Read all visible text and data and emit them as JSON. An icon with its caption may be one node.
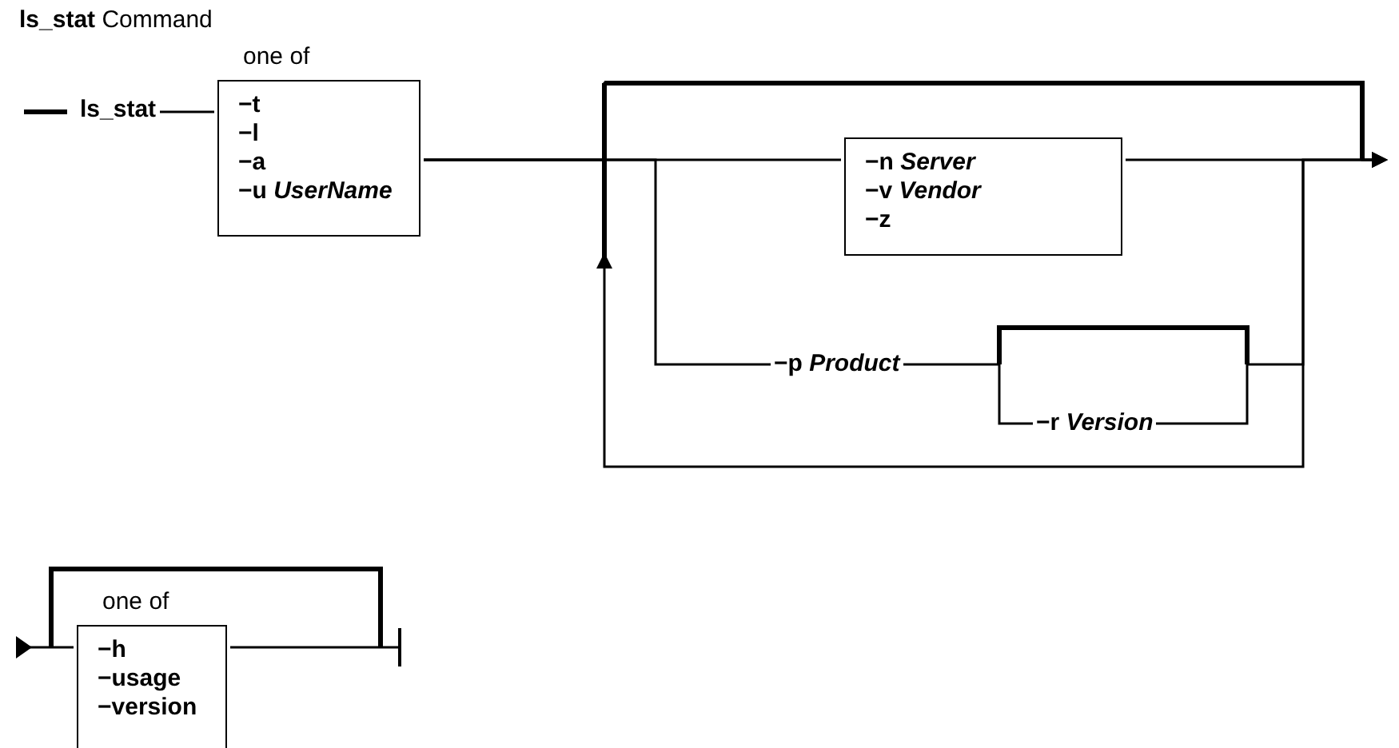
{
  "diagram": {
    "title": "**ls_stat** Command",
    "nodes": [
      {
        "text": [
          "ls_stat"
        ]
      },
      {
        "text": [
          "one of",
          "−t",
          "−l",
          "−a",
          "−u *UserName*"
        ]
      },
      {
        "text": [
          "−n *Server*",
          "−v *Vendor*",
          "−z"
        ]
      },
      {
        "text": [
          "−p *Product*"
        ]
      },
      {
        "text": [
          "−r *Version*"
        ]
      },
      {
        "text": [
          "one of",
          "−h",
          "−usage",
          "−version"
        ]
      }
    ],
    "edges": [
      {
        "from": 0,
        "to": 1,
        "arrow": "none"
      },
      {
        "from": 1,
        "to": 2,
        "arrow": "none"
      },
      {
        "from": 1,
        "to": 3,
        "arrow": "none"
      },
      {
        "from": 3,
        "to": 4,
        "arrow": "none"
      },
      {
        "from": 1,
        "to": null,
        "arrow": "to"
      },
      {
        "from": 2,
        "to": null,
        "arrow": "to"
      },
      {
        "from": 4,
        "to": null,
        "arrow": "to"
      },
      {
        "from": 5,
        "to": null,
        "arrow": "to"
      },
      {
        "from": 5,
        "to": null,
        "arrow": "other"
      }
    ]
  }
}
